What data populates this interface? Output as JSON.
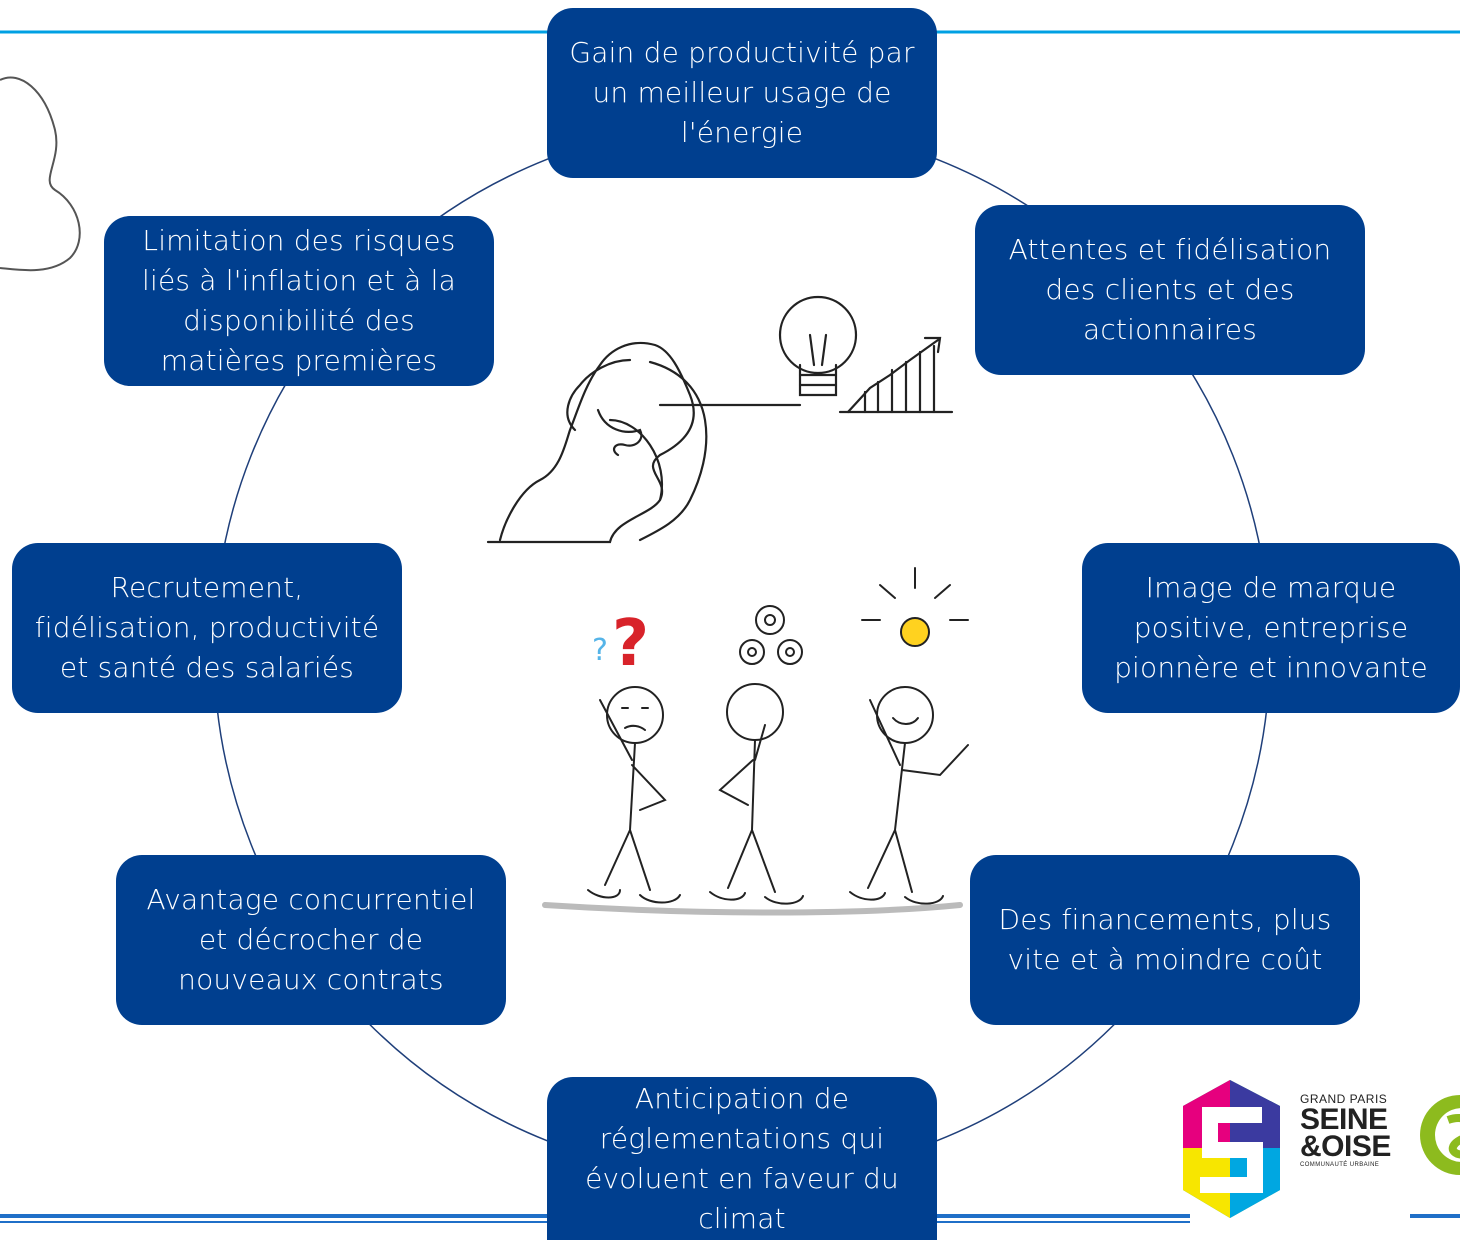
{
  "colors": {
    "box_fill": "#003f8f",
    "rule_line": "#00a0e3",
    "circle_line": "#1f3f7a",
    "footer_rule": "#1f6fc8",
    "logo_green": "#8dbb1e"
  },
  "nodes": [
    {
      "id": "productivity",
      "text": "Gain de productivité par un meilleur usage de l'énergie"
    },
    {
      "id": "clients",
      "text": "Attentes et fidélisation des clients et des actionnaires"
    },
    {
      "id": "brand",
      "text": "Image de marque positive, entreprise pionnère et innovante"
    },
    {
      "id": "financing",
      "text": "Des financements, plus vite et à moindre coût"
    },
    {
      "id": "regulation",
      "text": "Anticipation de réglementations qui évoluent en faveur du climat"
    },
    {
      "id": "competitive",
      "text": "Avantage concurrentiel et décrocher de nouveaux contrats"
    },
    {
      "id": "employees",
      "text": "Recrutement, fidélisation, productivité et santé des salariés"
    },
    {
      "id": "risks",
      "text": "Limitation des risques liés à l'inflation et à la disponibilité des matières premières"
    }
  ],
  "illustrations": {
    "top": "woman-thinking-lightbulb-growth",
    "bottom": "three-stick-figures-question-gears-idea"
  },
  "logo": {
    "line1": "GRAND PARIS",
    "line2": "SEINE",
    "line3": "&OISE",
    "line4": "COMMUNAUTÉ URBAINE"
  }
}
